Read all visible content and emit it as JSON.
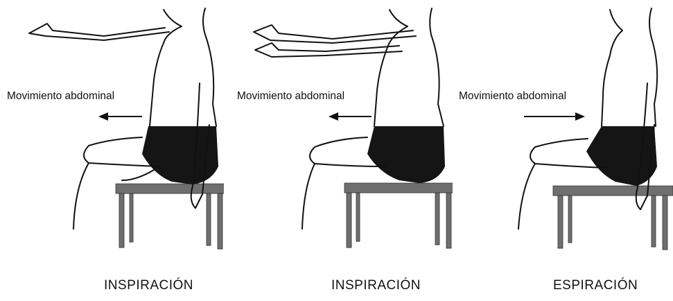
{
  "panels": [
    {
      "annotation": "Movimiento abdominal",
      "arrow_direction": "left",
      "caption": "INSPIRACIÓN"
    },
    {
      "annotation": "Movimiento abdominal",
      "arrow_direction": "left",
      "caption": "INSPIRACIÓN"
    },
    {
      "annotation": "Movimiento abdominal",
      "arrow_direction": "right",
      "caption": "ESPIRACIÓN"
    }
  ],
  "colors": {
    "line": "#111111",
    "shorts": "#151515",
    "stool": "#6f6f6f"
  }
}
